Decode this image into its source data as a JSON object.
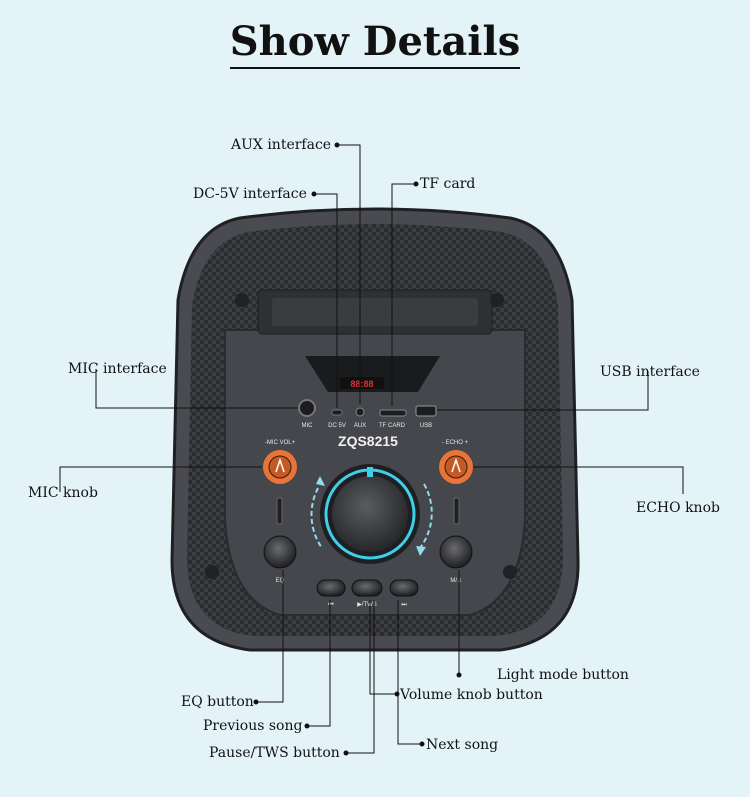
{
  "title": "Show Details",
  "model": "ZQS8215",
  "display": "88:88",
  "panel": {
    "mic": "MIC",
    "dc5v": "DC 5V",
    "aux": "AUX",
    "tfcard": "TF CARD",
    "usb": "USB",
    "mic_vol": "-MIC VOL+",
    "echo": "- ECHO +",
    "eq": "EQ",
    "mode": "M/♫",
    "prev": "⏮",
    "play": "▶/TWS",
    "next": "⏭"
  },
  "callouts": {
    "aux": "AUX interface",
    "dc5v": "DC-5V interface",
    "tf": "TF card",
    "mic_if": "MIC interface",
    "usb_if": "USB interface",
    "mic_knob": "MIC knob",
    "echo_knob": "ECHO  knob",
    "light": "Light mode button",
    "eq": "EQ button",
    "volume": "Volume knob button",
    "prev": "Previous song",
    "next": "Next song",
    "pause": "Pause/TWS button"
  },
  "colors": {
    "background": "#e3f3f8",
    "accent_orange": "#e8743a",
    "ring_cyan": "#3fd0e8",
    "body": "#3a3b3f"
  }
}
